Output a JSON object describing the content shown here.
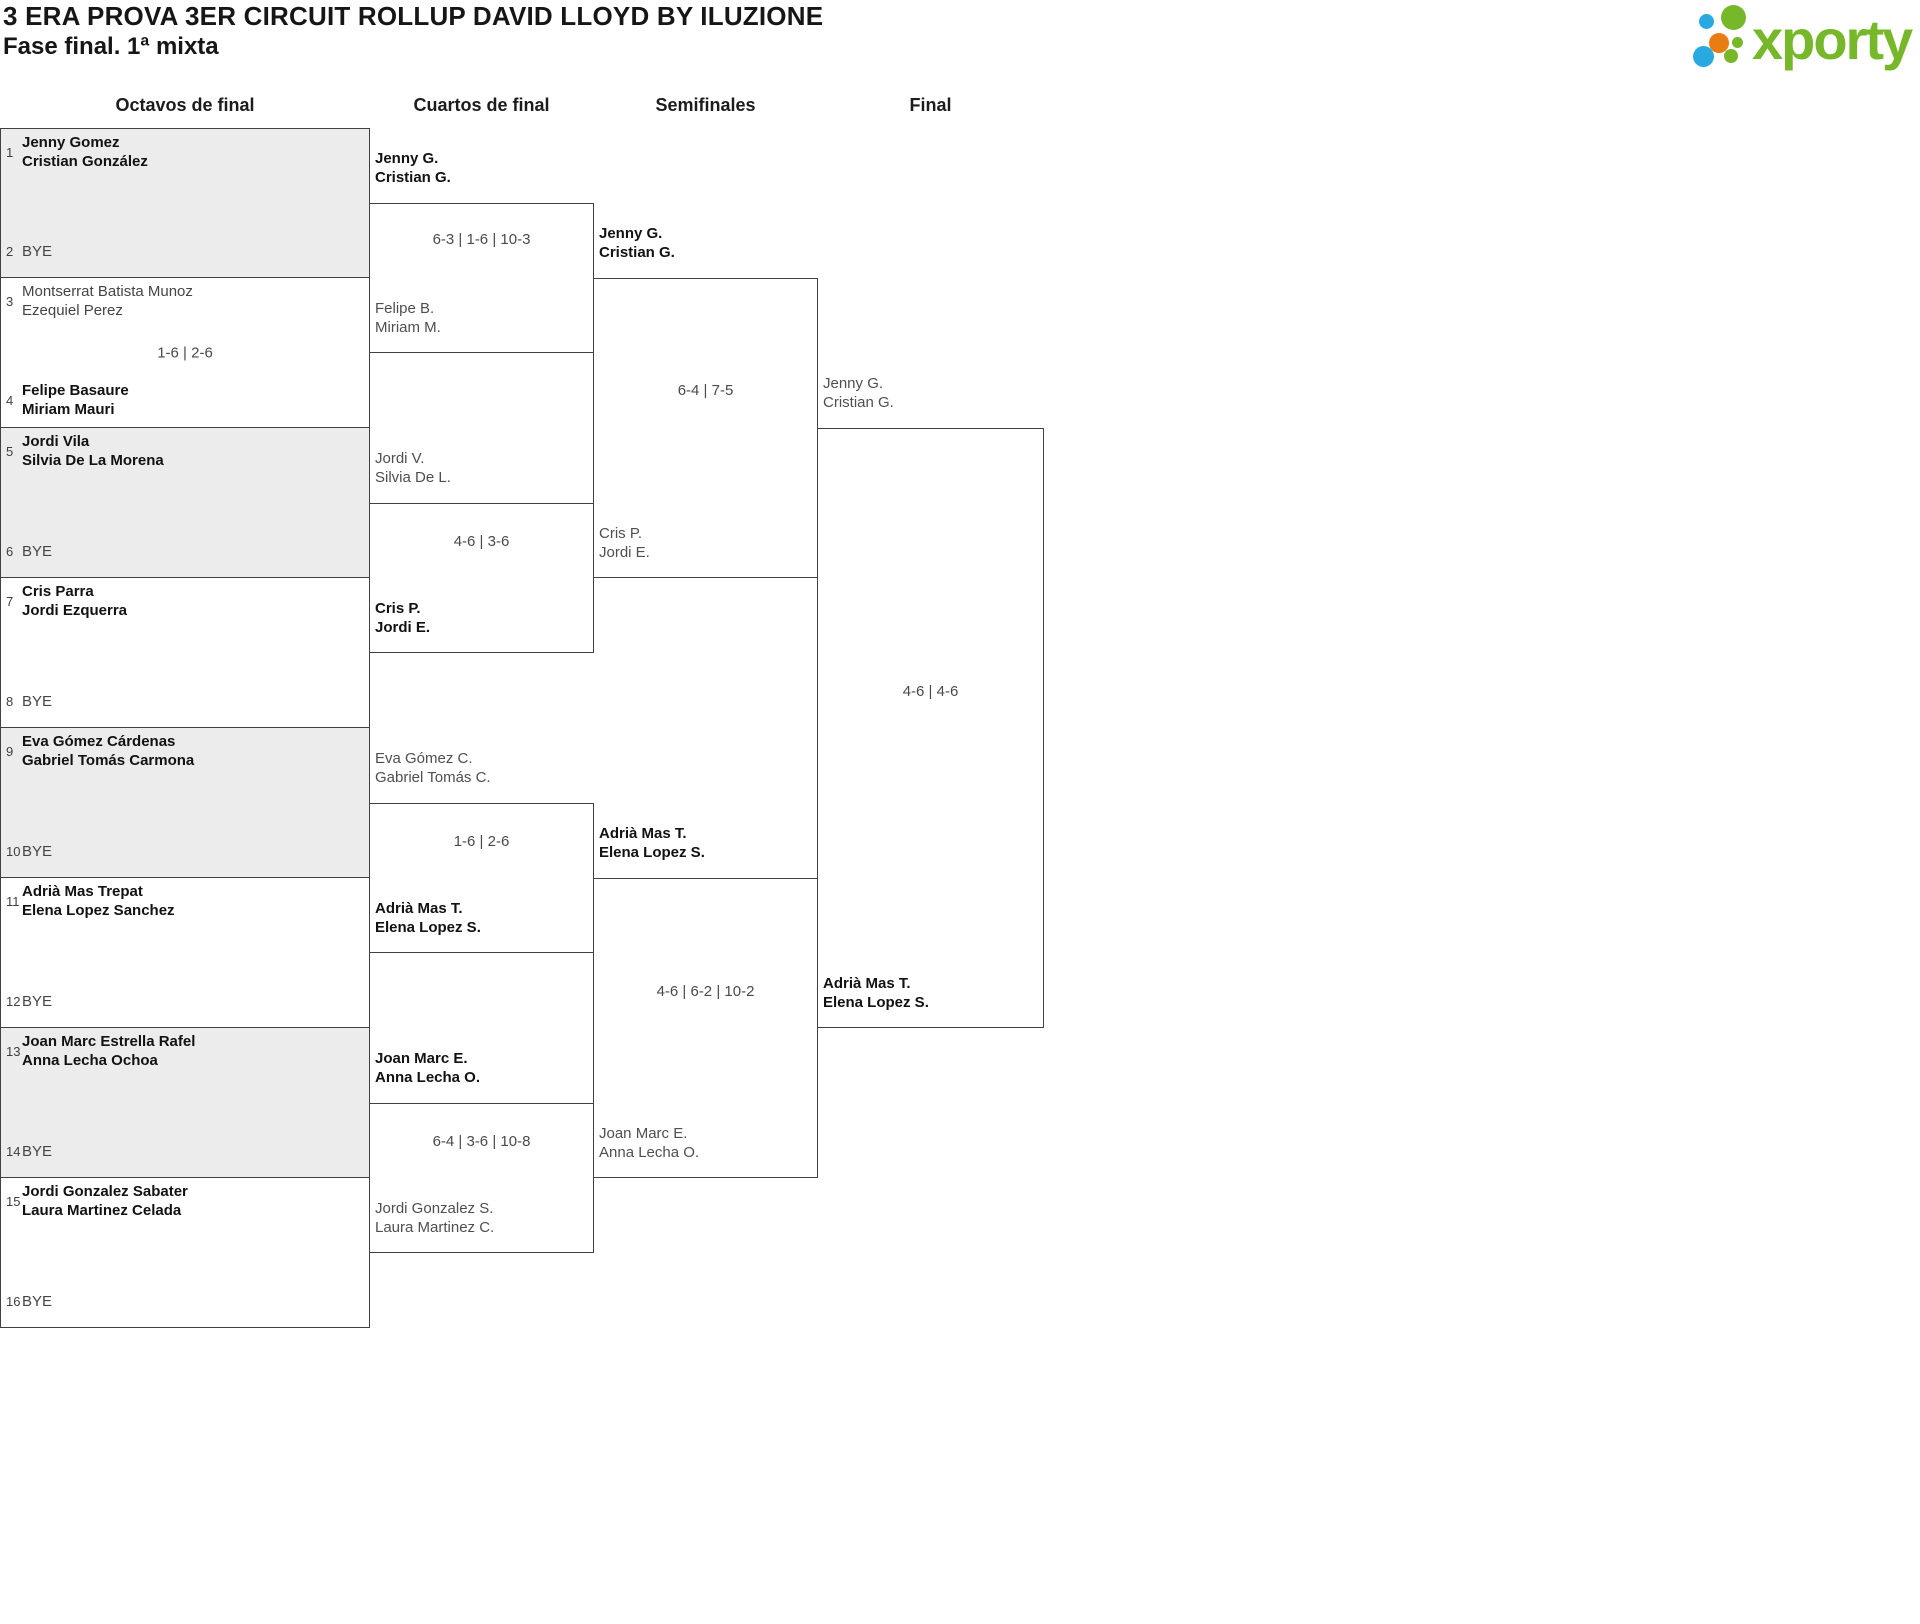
{
  "page": {
    "title": "3 ERA PROVA 3ER CIRCUIT ROLLUP DAVID LLOYD BY ILUZIONE",
    "subtitle": "Fase final. 1ª mixta"
  },
  "logo": {
    "brand": "xporty",
    "colors": {
      "green": "#76b82a",
      "blue": "#2aa9e0",
      "orange": "#e87d13"
    }
  },
  "rounds": [
    "Octavos de final",
    "Cuartos de final",
    "Semifinales",
    "Final"
  ],
  "colors": {
    "shaded_box": "#ececec",
    "border": "#414141",
    "winner_text": "#121212",
    "loser_text": "#4f4f4f"
  },
  "octavos": [
    {
      "seed_top": "1",
      "top": [
        "Jenny Gomez",
        "Cristian González"
      ],
      "seed_bottom": "2",
      "bottom": [
        "BYE"
      ],
      "score": "",
      "winner": "top",
      "shaded": true
    },
    {
      "seed_top": "3",
      "top": [
        "Montserrat Batista Munoz",
        "Ezequiel Perez"
      ],
      "seed_bottom": "4",
      "bottom": [
        "Felipe Basaure",
        "Miriam Mauri"
      ],
      "score": "1-6 | 2-6",
      "winner": "bottom",
      "shaded": false
    },
    {
      "seed_top": "5",
      "top": [
        "Jordi Vila",
        "Silvia De La Morena"
      ],
      "seed_bottom": "6",
      "bottom": [
        "BYE"
      ],
      "score": "",
      "winner": "top",
      "shaded": true
    },
    {
      "seed_top": "7",
      "top": [
        "Cris Parra",
        "Jordi Ezquerra"
      ],
      "seed_bottom": "8",
      "bottom": [
        "BYE"
      ],
      "score": "",
      "winner": "top",
      "shaded": false
    },
    {
      "seed_top": "9",
      "top": [
        "Eva Gómez Cárdenas",
        "Gabriel Tomás Carmona"
      ],
      "seed_bottom": "10",
      "bottom": [
        "BYE"
      ],
      "score": "",
      "winner": "top",
      "shaded": true
    },
    {
      "seed_top": "11",
      "top": [
        "Adrià Mas Trepat",
        "Elena Lopez Sanchez"
      ],
      "seed_bottom": "12",
      "bottom": [
        "BYE"
      ],
      "score": "",
      "winner": "top",
      "shaded": false
    },
    {
      "seed_top": "13",
      "top": [
        "Joan Marc Estrella Rafel",
        "Anna Lecha Ochoa"
      ],
      "seed_bottom": "14",
      "bottom": [
        "BYE"
      ],
      "score": "",
      "winner": "top",
      "shaded": true
    },
    {
      "seed_top": "15",
      "top": [
        "Jordi Gonzalez Sabater",
        "Laura Martinez Celada"
      ],
      "seed_bottom": "16",
      "bottom": [
        "BYE"
      ],
      "score": "",
      "winner": "top",
      "shaded": false
    }
  ],
  "cuartos": [
    {
      "top": [
        "Jenny G.",
        "Cristian G."
      ],
      "bottom": [
        "Felipe B.",
        "Miriam M."
      ],
      "score": "6-3 | 1-6 | 10-3",
      "winner": "top"
    },
    {
      "top": [
        "Jordi V.",
        "Silvia De L."
      ],
      "bottom": [
        "Cris P.",
        "Jordi E."
      ],
      "score": "4-6 | 3-6",
      "winner": "bottom"
    },
    {
      "top": [
        "Eva Gómez C.",
        "Gabriel Tomás C."
      ],
      "bottom": [
        "Adrià Mas T.",
        "Elena Lopez S."
      ],
      "score": "1-6 | 2-6",
      "winner": "bottom"
    },
    {
      "top": [
        "Joan Marc E.",
        "Anna Lecha O."
      ],
      "bottom": [
        "Jordi Gonzalez S.",
        "Laura Martinez C."
      ],
      "score": "6-4 | 3-6 | 10-8",
      "winner": "top"
    }
  ],
  "semifinales": [
    {
      "top": [
        "Jenny G.",
        "Cristian G."
      ],
      "bottom": [
        "Cris P.",
        "Jordi E."
      ],
      "score": "6-4 | 7-5",
      "winner": "top"
    },
    {
      "top": [
        "Adrià Mas T.",
        "Elena Lopez S."
      ],
      "bottom": [
        "Joan Marc E.",
        "Anna Lecha O."
      ],
      "score": "4-6 | 6-2 | 10-2",
      "winner": "top"
    }
  ],
  "final": {
    "top": [
      "Jenny G.",
      "Cristian G."
    ],
    "bottom": [
      "Adrià Mas T.",
      "Elena Lopez S."
    ],
    "score": "4-6 | 4-6",
    "winner": "bottom"
  }
}
